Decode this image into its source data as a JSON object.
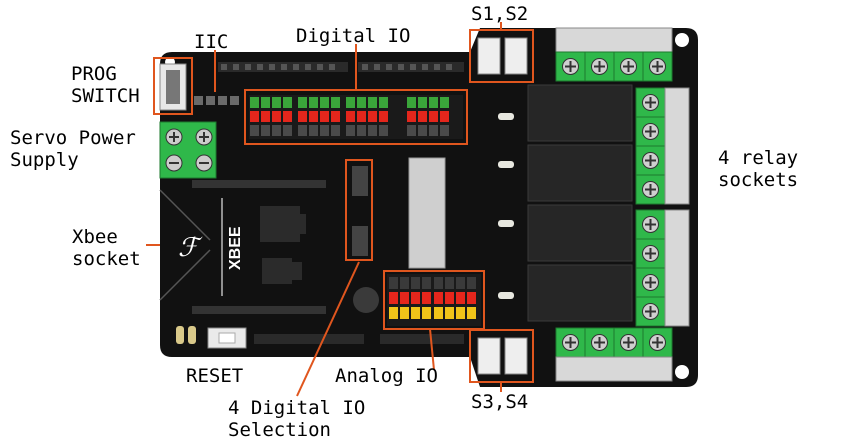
{
  "board": {
    "silkscreen": {
      "xbee": "XBEE"
    },
    "colors": {
      "pcb": "#111111",
      "callout": "#e0561e",
      "terminal_green": "#2fb84a",
      "relay_body": "#262626",
      "pin_green": "#3aa53a",
      "pin_red": "#e5261c",
      "pin_yellow": "#f0c419"
    }
  },
  "labels": {
    "iic": "IIC",
    "digital_io": "Digital IO",
    "s1_s2": "S1,S2",
    "prog_switch": [
      "PROG",
      "SWITCH"
    ],
    "servo_power": [
      "Servo Power",
      "Supply"
    ],
    "xbee_socket": [
      "Xbee",
      "socket"
    ],
    "relay_sockets": [
      "4 relay",
      "sockets"
    ],
    "reset": "RESET",
    "analog_io": "Analog IO",
    "s3_s4": "S3,S4",
    "digital_io_selection": [
      "4 Digital IO",
      "Selection"
    ]
  }
}
